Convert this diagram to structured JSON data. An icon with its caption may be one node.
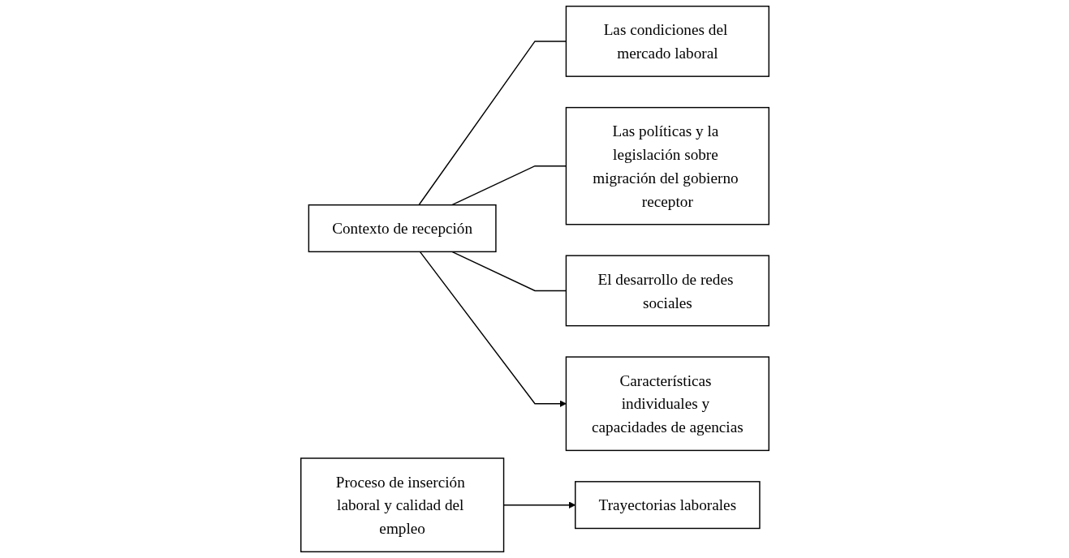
{
  "diagram": {
    "nodes": [
      {
        "text": [
          "Contexto de recepción"
        ]
      },
      {
        "text": [
          "Las condiciones del mercado laboral"
        ]
      },
      {
        "text": [
          "Las políticas y la legislación sobre migración del gobierno receptor"
        ]
      },
      {
        "text": [
          "El desarrollo de redes sociales"
        ]
      },
      {
        "text": [
          "Proceso de inserción laboral y calidad del empleo"
        ]
      },
      {
        "text": [
          "Trayectorias laborales"
        ]
      },
      {
        "text": [
          "Características individuales y capacidades de agencias"
        ]
      }
    ],
    "edges": [
      {
        "from": 0,
        "to": 1,
        "arrow": "none"
      },
      {
        "from": 0,
        "to": 2,
        "arrow": "none"
      },
      {
        "from": 0,
        "to": 3,
        "arrow": "none"
      },
      {
        "from": 4,
        "to": 5,
        "arrow": "to"
      },
      {
        "from": 0,
        "to": 6,
        "arrow": "to"
      }
    ]
  }
}
